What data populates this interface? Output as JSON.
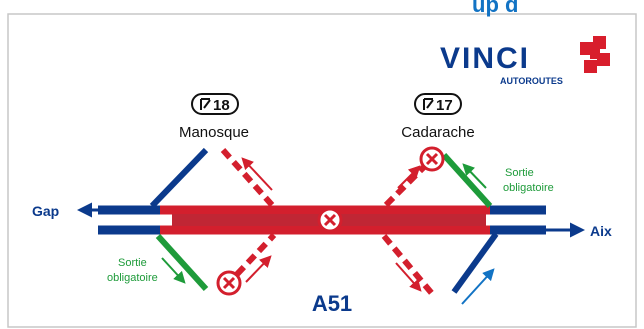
{
  "header": {
    "clipped_text": "up d"
  },
  "brand": {
    "name": "VINCI",
    "subline": "AUTOROUTES",
    "colors": {
      "blue": "#0b3a8c",
      "red": "#d81e2c"
    }
  },
  "motorway": {
    "name": "A51",
    "directions": {
      "left": "Gap",
      "right": "Aix"
    }
  },
  "exits": [
    {
      "number": "18",
      "town": "Manosque",
      "icon": "exit-sign-icon"
    },
    {
      "number": "17",
      "town": "Cadarache",
      "icon": "exit-sign-icon"
    }
  ],
  "notes": {
    "forced_exit_left": [
      "Sortie",
      "obligatoire"
    ],
    "forced_exit_right": [
      "Sortie",
      "obligatoire"
    ]
  },
  "closure_icon": "x-circle-icon",
  "colors": {
    "road_blue": "#0b3a8c",
    "closed_red": "#d31f2d",
    "exit_green": "#1e9b3a",
    "accent_blue": "#1273c4",
    "frame": "#c7c7c7"
  }
}
